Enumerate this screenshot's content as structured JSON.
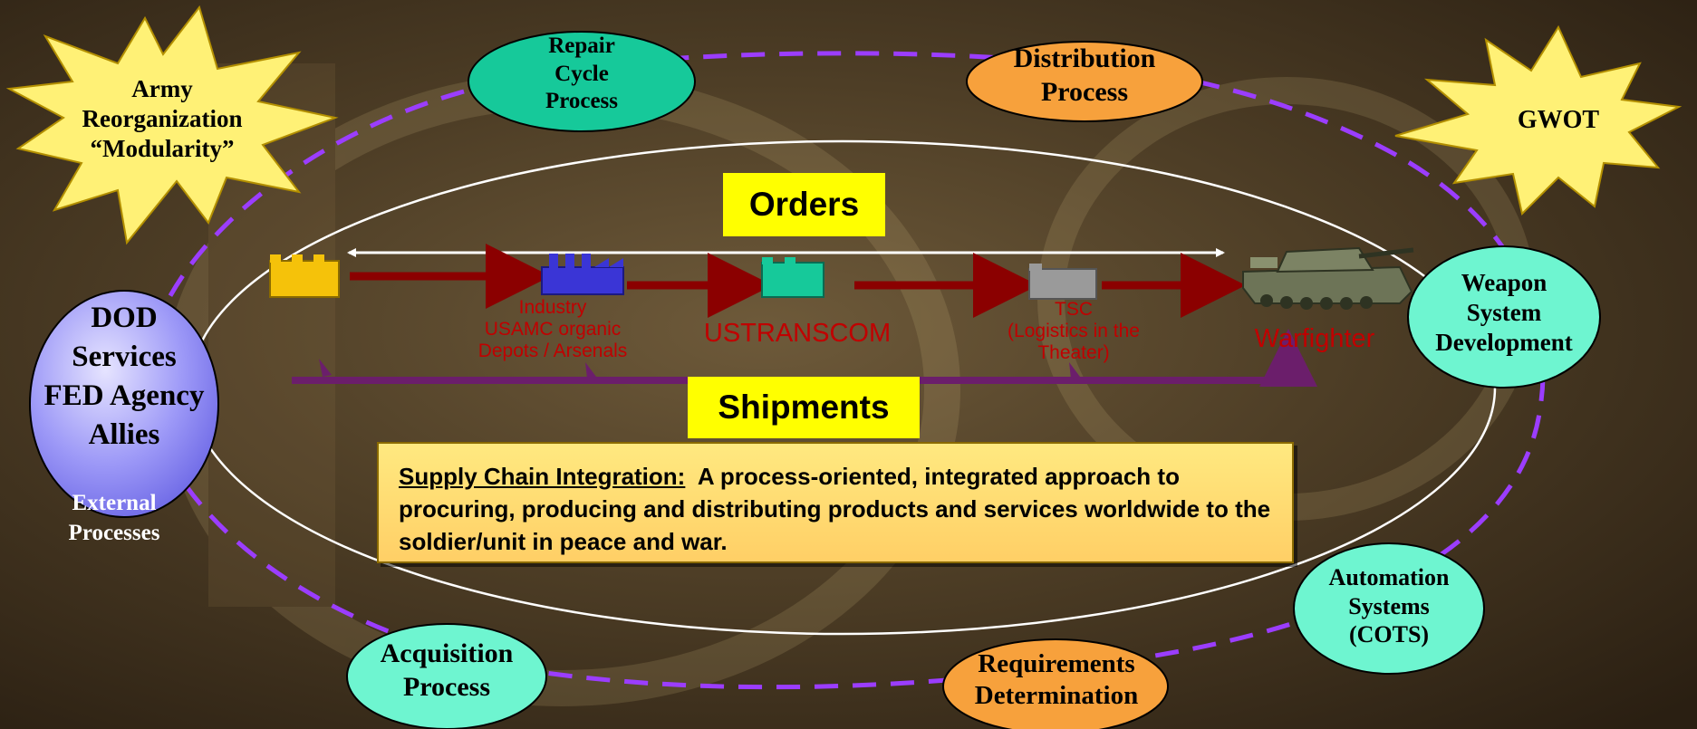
{
  "colors": {
    "background": "#4a3a22",
    "teal_node": "#16c99a",
    "orange_node": "#f7a13c",
    "light_teal_node": "#6ef5d0",
    "lavender_node": "#8f8cf5",
    "burst": "#fff176",
    "dashed_ring": "#9b3dff",
    "order_arrow": "#8b0000",
    "shipment_arrow": "#6b1e6b",
    "label_box": "#ffff00",
    "node_label_red": "#c00000"
  },
  "bursts": {
    "army": {
      "lines": [
        "Army",
        "Reorganization",
        "“Modularity”"
      ]
    },
    "gwot": {
      "lines": [
        "GWOT"
      ]
    }
  },
  "process_nodes": {
    "repair_cycle": {
      "lines": [
        "Repair",
        "Cycle",
        "Process"
      ]
    },
    "distribution": {
      "lines": [
        "Distribution",
        "Process"
      ]
    },
    "weapon_system": {
      "lines": [
        "Weapon",
        "System",
        "Development"
      ]
    },
    "automation": {
      "lines": [
        "Automation",
        "Systems",
        "(COTS)"
      ]
    },
    "requirements": {
      "lines": [
        "Requirements",
        "Determination"
      ]
    },
    "acquisition": {
      "lines": [
        "Acquisition",
        "Process"
      ]
    }
  },
  "dod_node": {
    "lines": [
      "DOD",
      "Services",
      "FED Agency",
      "Allies"
    ]
  },
  "external_label": {
    "lines": [
      "External",
      "Processes"
    ]
  },
  "flow": {
    "orders_label": "Orders",
    "shipments_label": "Shipments",
    "nodes": [
      {
        "id": "industry",
        "lines": [
          "Industry",
          "USAMC organic",
          "Depots / Arsenals"
        ]
      },
      {
        "id": "ustranscom",
        "lines": [
          "USTRANSCOM"
        ]
      },
      {
        "id": "tsc",
        "lines": [
          "TSC",
          "(Logistics in the",
          "Theater)"
        ]
      },
      {
        "id": "warfighter",
        "lines": [
          "Warfighter"
        ]
      }
    ],
    "icons": [
      "supplier-building-icon",
      "factory-icon",
      "warehouse-icon",
      "depot-icon",
      "tank-icon"
    ]
  },
  "definition": {
    "term": "Supply Chain Integration:",
    "text": "A process-oriented, integrated approach to procuring, producing and distributing products and services worldwide to the soldier/unit in peace and war."
  }
}
